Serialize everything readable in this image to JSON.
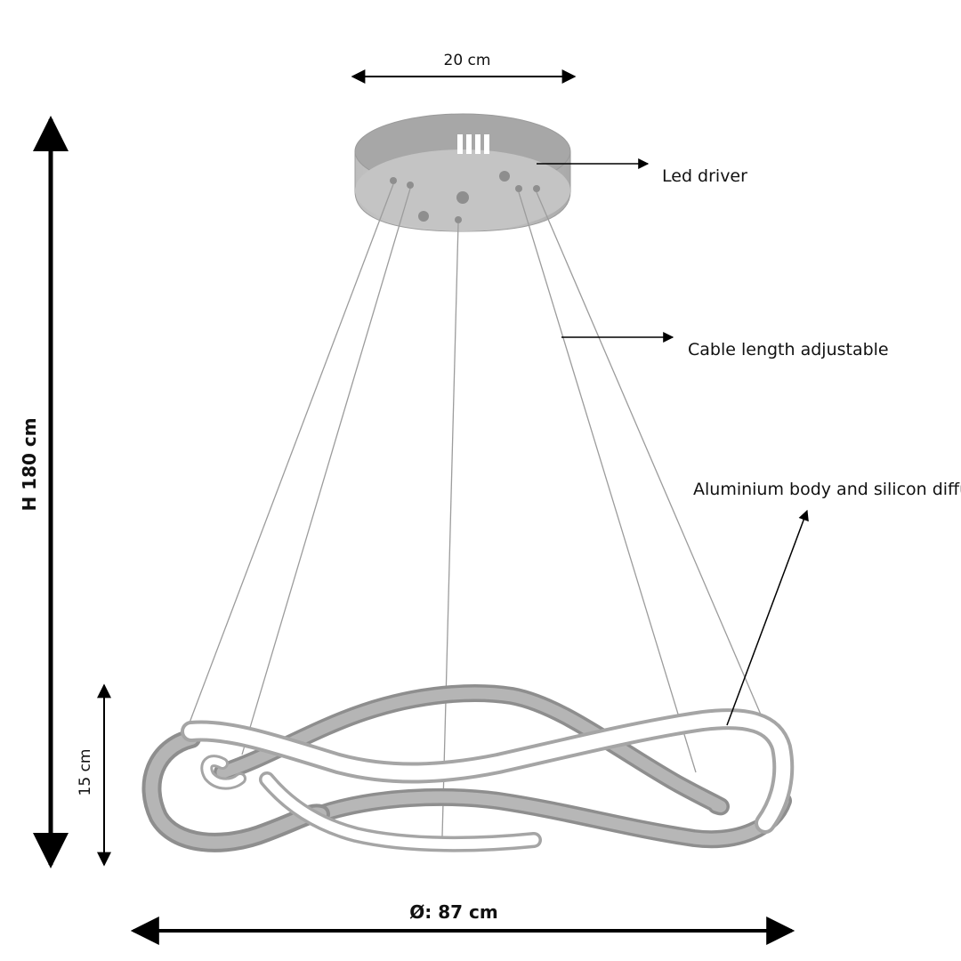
{
  "dimensions": {
    "width_top": "20 cm",
    "height_total": "H 180 cm",
    "ring_height": "15 cm",
    "diameter": "Ø: 87 cm"
  },
  "callouts": {
    "led_driver": "Led driver",
    "cable": "Cable length adjustable",
    "body": "Aluminium body and silicon diffu"
  },
  "colors": {
    "metal": "#b3b3b3",
    "metal_dark": "#8e8e8e",
    "diffuser": "#ffffff",
    "line": "#000000"
  }
}
